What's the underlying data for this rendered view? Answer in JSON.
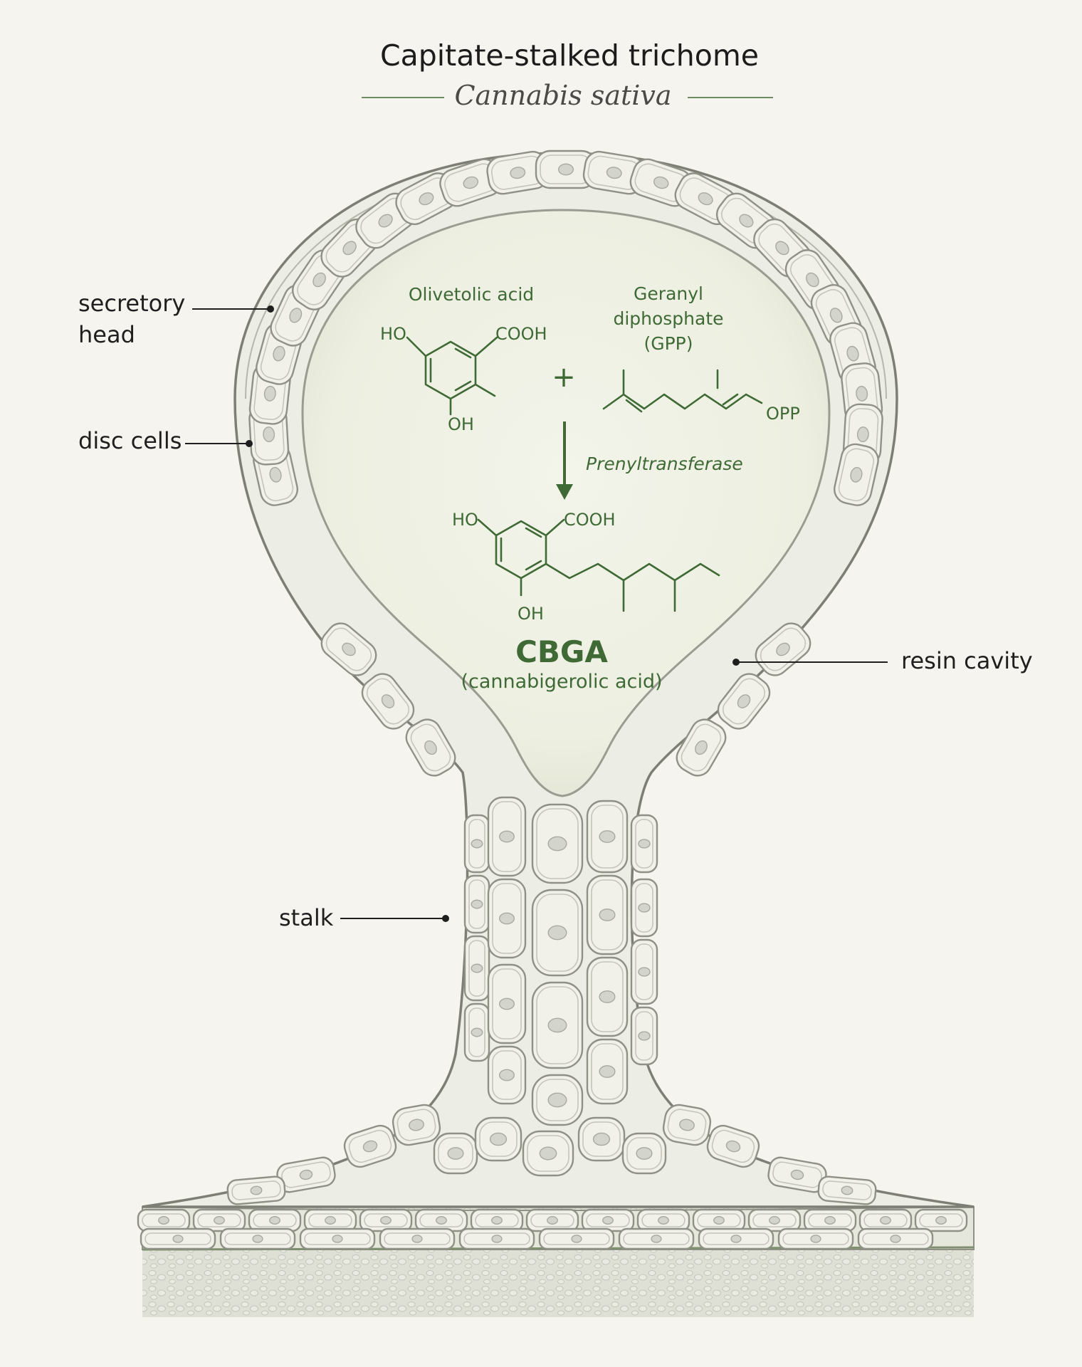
{
  "header": {
    "title": "Capitate-stalked trichome",
    "subtitle": "Cannabis sativa"
  },
  "labels": {
    "secretory_head_line1": "secretory",
    "secretory_head_line2": "head",
    "disc_cells": "disc cells",
    "resin_cavity": "resin cavity",
    "stalk": "stalk"
  },
  "pathway": {
    "substrate1_name": "Olivetolic acid",
    "substrate1_ho": "HO",
    "substrate1_cooh": "COOH",
    "substrate1_oh": "OH",
    "plus": "+",
    "substrate2_line1": "Geranyl",
    "substrate2_line2": "diphosphate",
    "substrate2_line3": "(GPP)",
    "substrate2_opp": "OPP",
    "enzyme": "Prenyltransferase",
    "product_ho": "HO",
    "product_cooh": "COOH",
    "product_oh": "OH",
    "product_abbr": "CBGA",
    "product_name": "(cannabigerolic acid)"
  },
  "colors": {
    "background": "#f6f4ef",
    "chemistry_green": "#3f6a35",
    "cavity_fill": "#eef0e3",
    "cell_fill": "#f1f1ea",
    "cell_outline": "#8f9187"
  }
}
